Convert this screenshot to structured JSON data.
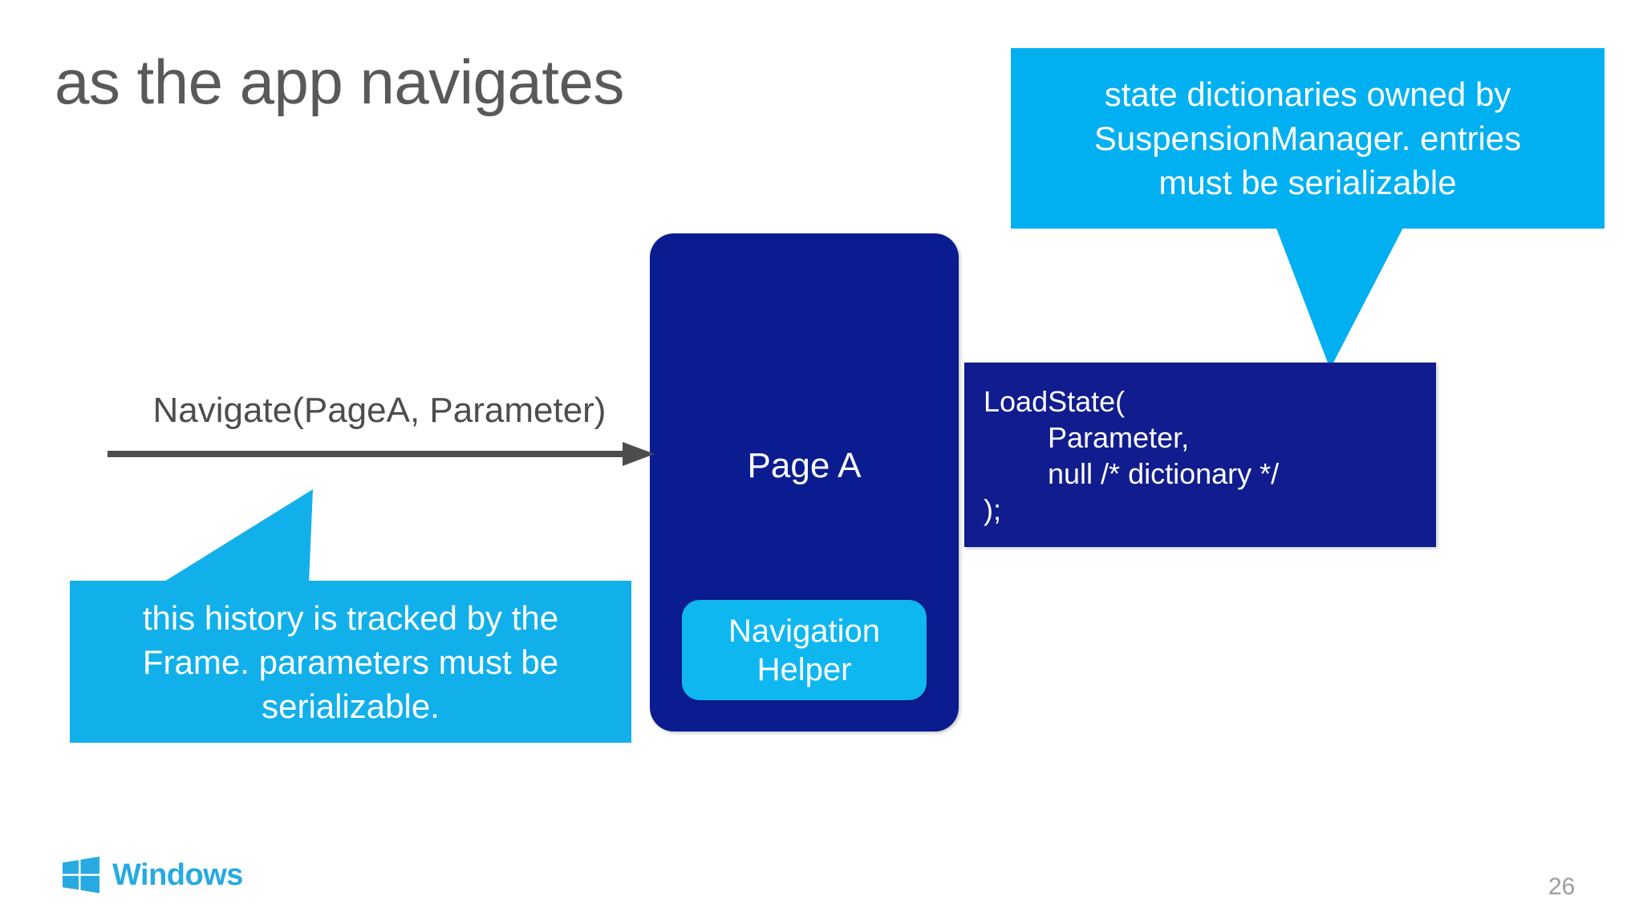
{
  "slide": {
    "title": "as the app navigates",
    "page_number": "26",
    "background_color": "#FFFFFF",
    "title_color": "#595959"
  },
  "colors": {
    "dark_blue": "#0A1C8F",
    "code_blue": "#111C8E",
    "cyan": "#00B0F0",
    "cyan_alt": "#12B0EA",
    "nav_helper_cyan": "#0FB7F0",
    "arrow_gray": "#4D4D4D",
    "windows_cyan": "#27AAE1",
    "page_number_gray": "#9C9C9C"
  },
  "diagram": {
    "page_box": {
      "label": "Page A",
      "child": {
        "label": "Navigation\nHelper"
      }
    },
    "arrow": {
      "label": "Navigate(PageA, Parameter)",
      "direction": "right"
    },
    "code_box": {
      "text": "LoadState(\n        Parameter,\n        null /* dictionary */\n);"
    }
  },
  "callouts": [
    {
      "id": "state-dictionaries",
      "text": "state dictionaries owned by\nSuspensionManager. entries\nmust be serializable",
      "points_to": "code-box"
    },
    {
      "id": "history-tracked",
      "text": "this history is tracked by the\nFrame. parameters must be\nserializable.",
      "points_to": "navigate-arrow"
    }
  ],
  "branding": {
    "wordmark": "Windows",
    "logo_icon": "windows-logo-icon"
  }
}
